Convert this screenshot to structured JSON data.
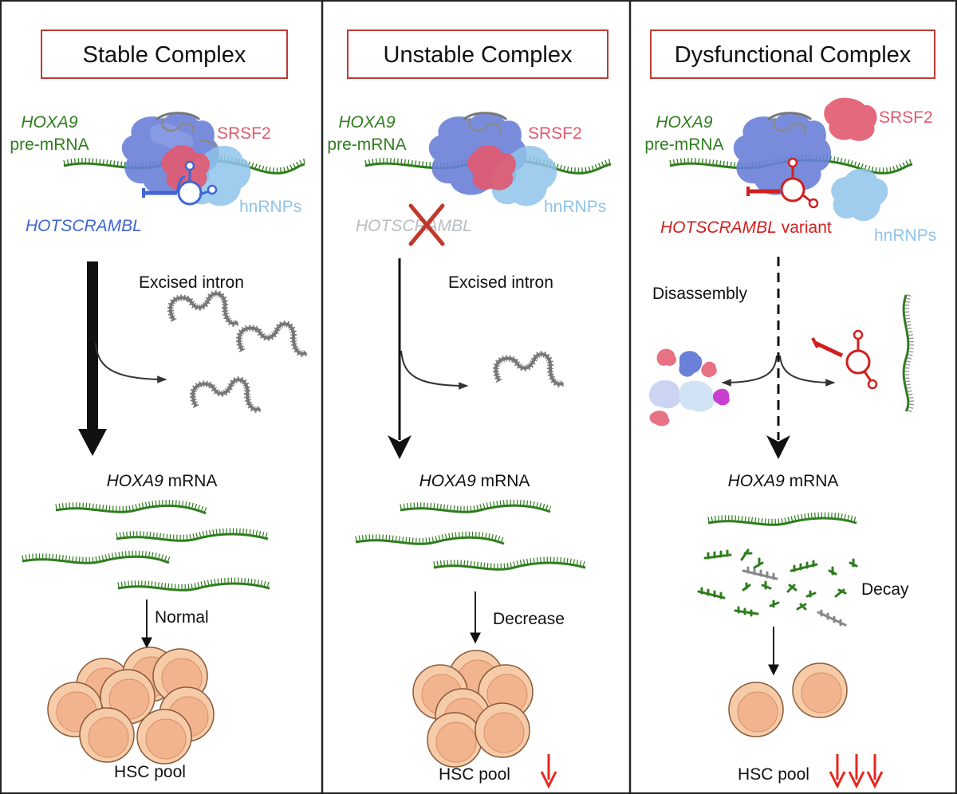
{
  "colors": {
    "rna_green": "#2f7d1e",
    "hotscrambl_blue": "#3f66d4",
    "hotscrambl_grey": "#b9bdc2",
    "variant_red": "#d0201e",
    "srsf2_pink": "#e2596e",
    "hnrnp_blue": "#8fc3ea",
    "spliceosome_blue": "#6a80d8",
    "cell_fill": "#f2b48e",
    "cell_ring": "#f6cba8",
    "title_border": "#c03a34",
    "arrow_red": "#e8261d"
  },
  "panels": [
    {
      "title": "Stable Complex",
      "hoxa9_label": "HOXA9",
      "pre_mrna_label": "pre-mRNA",
      "srsf2_label": "SRSF2",
      "hnrnp_label": "hnRNPs",
      "hotscrambl_label": "HOTSCRAMBL",
      "excised_label": "Excised intron",
      "mrna_gene": "HOXA9",
      "mrna_suffix": " mRNA",
      "step_label": "Normal",
      "pool_label": "HSC pool",
      "pool_trend": "normal"
    },
    {
      "title": "Unstable Complex",
      "hoxa9_label": "HOXA9",
      "pre_mrna_label": "pre-mRNA",
      "srsf2_label": "SRSF2",
      "hnrnp_label": "hnRNPs",
      "hotscrambl_label": "HOTSCRAMBL",
      "excised_label": "Excised intron",
      "mrna_gene": "HOXA9",
      "mrna_suffix": " mRNA",
      "step_label": "Decrease",
      "pool_label": "HSC pool",
      "pool_trend": "decrease"
    },
    {
      "title": "Dysfunctional Complex",
      "hoxa9_label": "HOXA9",
      "pre_mrna_label": "pre-mRNA",
      "srsf2_label": "SRSF2",
      "hnrnp_label": "hnRNPs",
      "hotscrambl_label": "HOTSCRAMBL",
      "variant_suffix": " variant",
      "disassembly_label": "Disassembly",
      "mrna_gene": "HOXA9",
      "mrna_suffix": " mRNA",
      "step_label": "Decay",
      "pool_label": "HSC pool",
      "pool_trend": "strong decrease"
    }
  ]
}
